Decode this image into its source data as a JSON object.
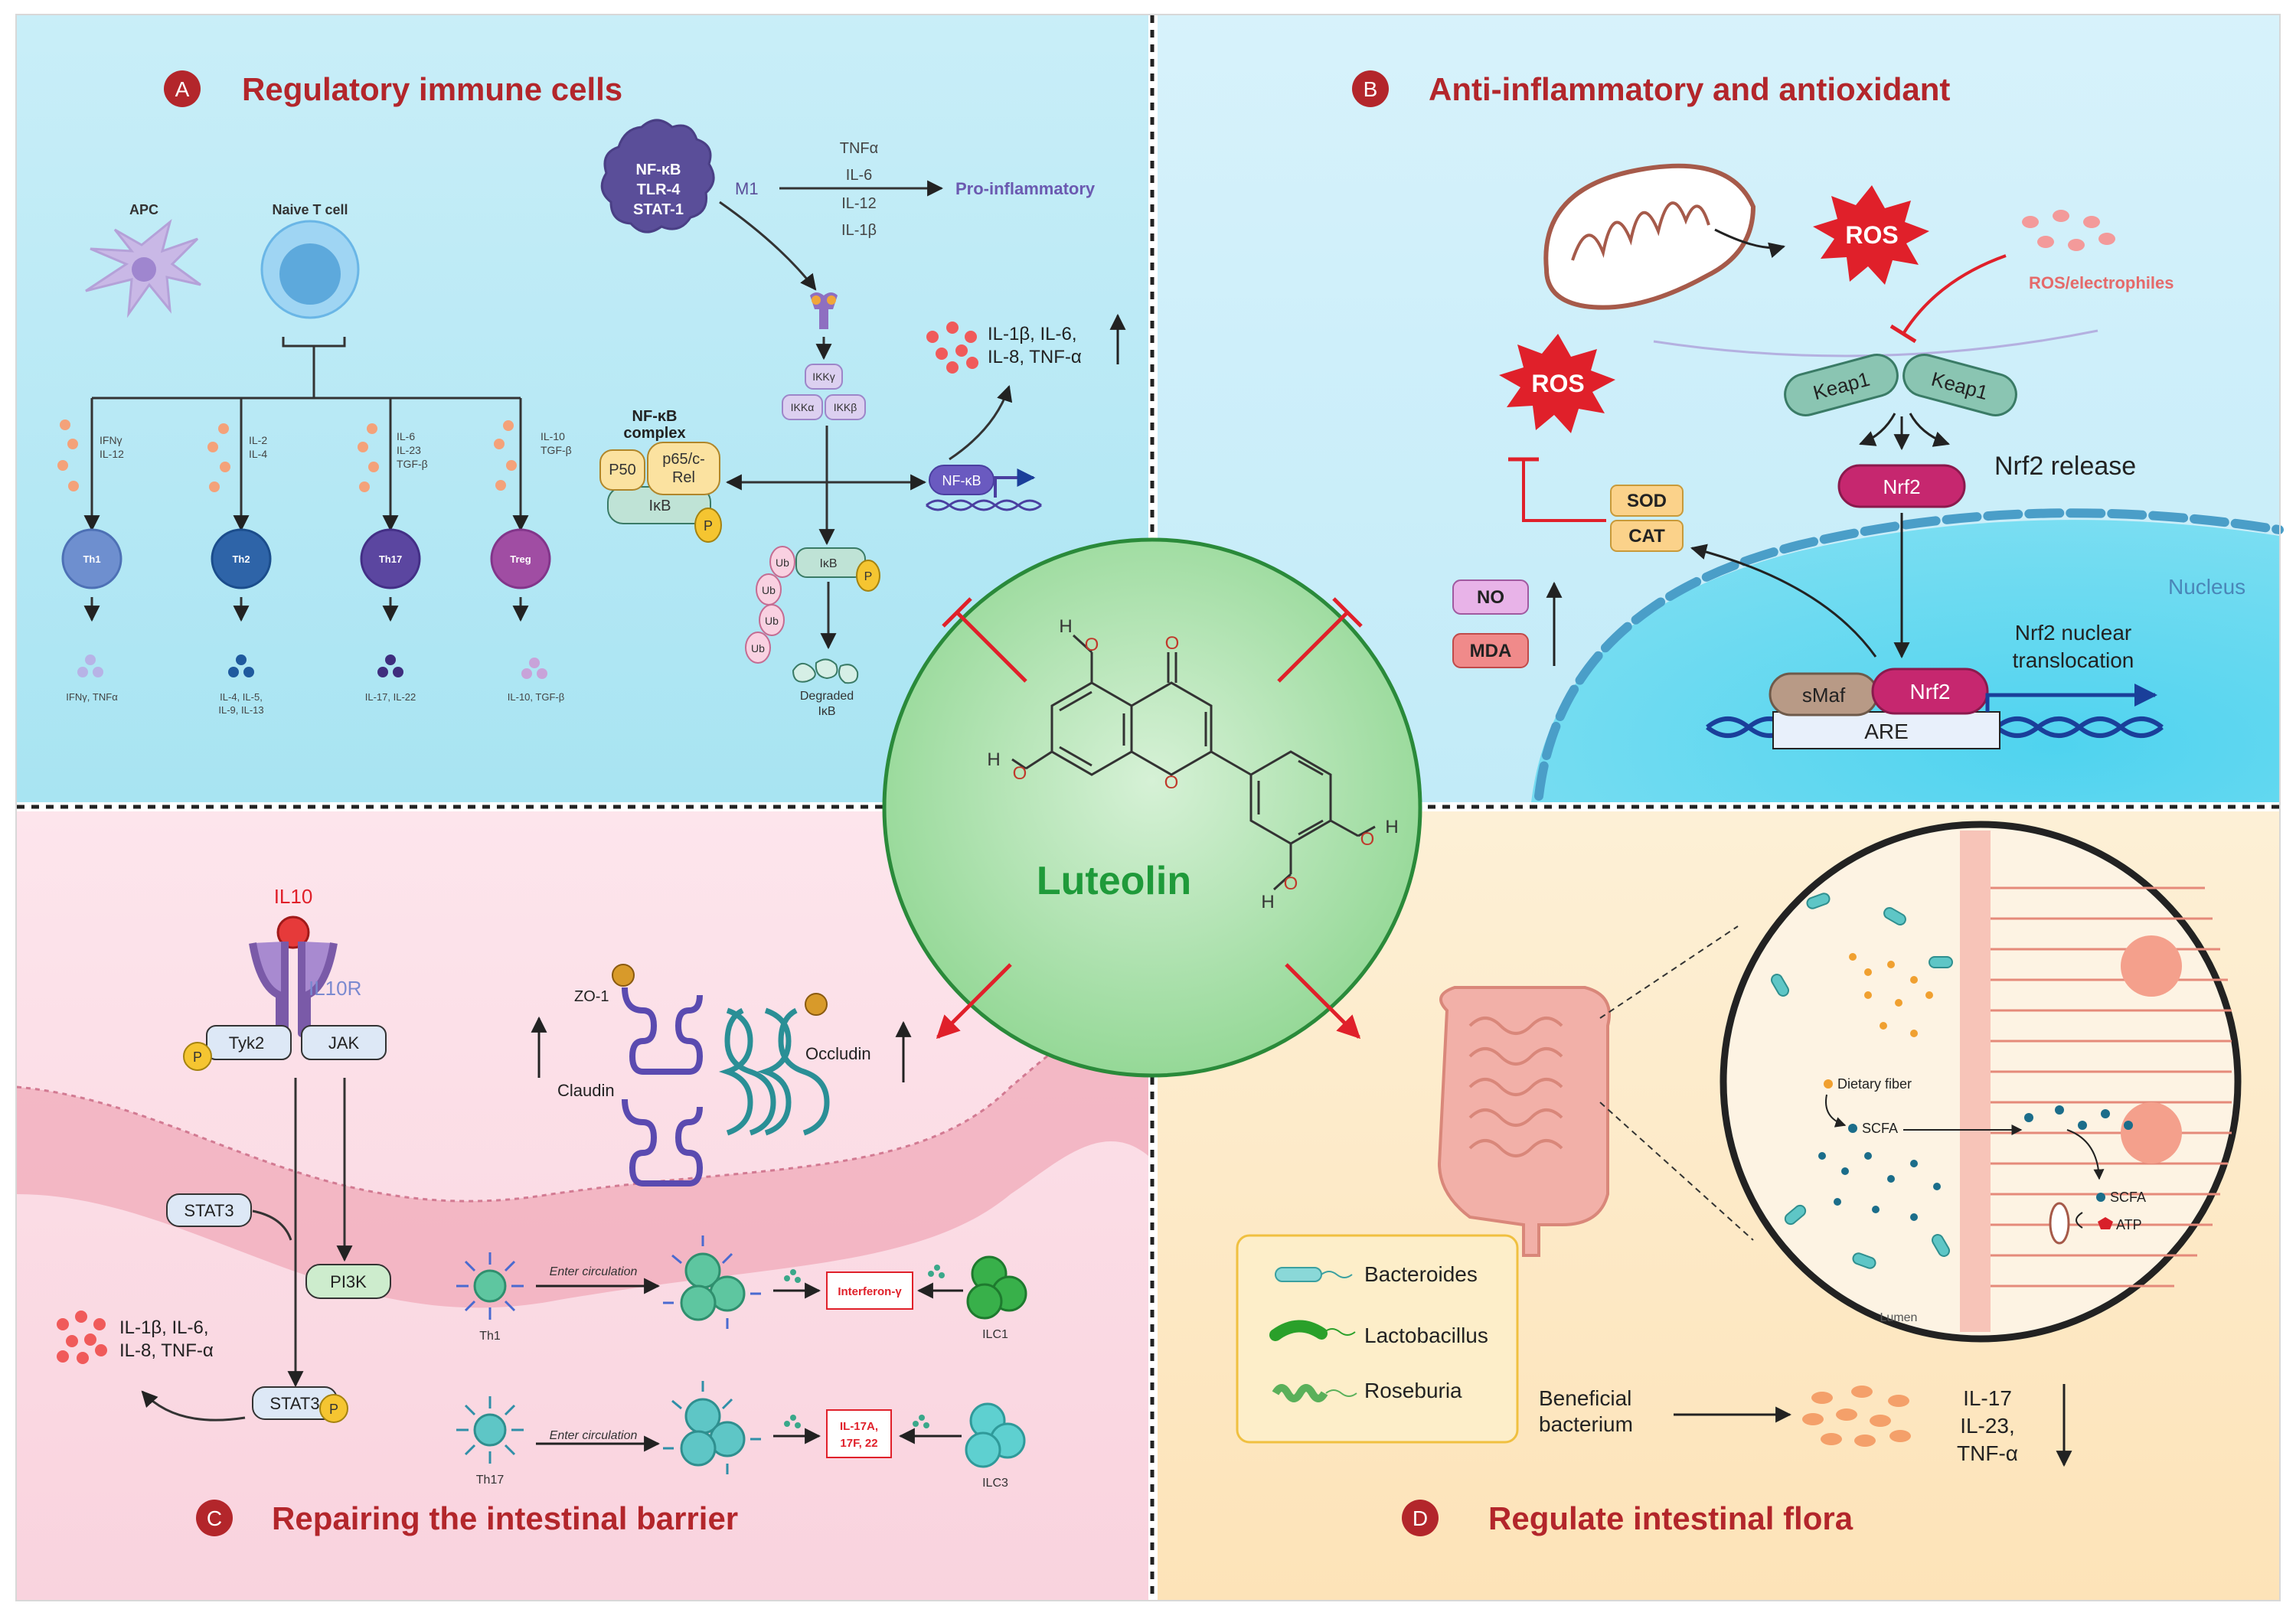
{
  "center": {
    "label": "Luteolin",
    "atoms": {
      "h_top": "H",
      "o_top": "O",
      "o_carbonyl": "O",
      "h_left": "H",
      "o_left": "O",
      "o_ring": "O",
      "o_right": "O",
      "h_right": "H",
      "o_bottom": "O",
      "h_bottom": "H"
    }
  },
  "panelA": {
    "badge": "A",
    "title": "Regulatory immune cells",
    "apc": "APC",
    "naive": "Naive T cell",
    "m1_lines": [
      "NF-κB",
      "TLR-4",
      "STAT-1"
    ],
    "m1_label": "M1",
    "cytokines": [
      "TNFα",
      "IL-6",
      "IL-12",
      "IL-1β"
    ],
    "pro_inflammatory": "Pro-inflammatory",
    "ikk": {
      "g": "IKKγ",
      "a": "IKKα",
      "b": "IKKβ"
    },
    "complex_title_1": "NF-κB",
    "complex_title_2": "complex",
    "p50": "P50",
    "p65_1": "p65/c-",
    "p65_2": "Rel",
    "ikb": "IκB",
    "p": "P",
    "ub": "Ub",
    "degraded_1": "Degraded",
    "degraded_2": "IκB",
    "nfkb": "NF-κB",
    "out_1": "IL-1β, IL-6,",
    "out_2": "IL-8, TNF-α",
    "branches": [
      {
        "inputs": [
          "IFNγ",
          "IL-12"
        ],
        "cell": "Th1",
        "outputs": [
          "IFNγ, TNFα"
        ],
        "color": "#5b80c4"
      },
      {
        "inputs": [
          "IL-2",
          "IL-4"
        ],
        "cell": "Th2",
        "outputs": [
          "IL-4, IL-5,",
          "IL-9, IL-13"
        ],
        "color": "#1f5a9e"
      },
      {
        "inputs": [
          "IL-6",
          "IL-23",
          "TGF-β"
        ],
        "cell": "Th17",
        "outputs": [
          "IL-17, IL-22"
        ],
        "color": "#4f3a8c"
      },
      {
        "inputs": [
          "IL-10",
          "TGF-β"
        ],
        "cell": "Treg",
        "outputs": [
          "IL-10, TGF-β"
        ],
        "color": "#8e3a8f"
      }
    ]
  },
  "panelB": {
    "badge": "B",
    "title": "Anti-inflammatory and antioxidant",
    "ros": "ROS",
    "electrophiles": "ROS/electrophiles",
    "keap1": "Keap1",
    "nrf2": "Nrf2",
    "release": "Nrf2 release",
    "sod": "SOD",
    "cat": "CAT",
    "no": "NO",
    "mda": "MDA",
    "nucleus": "Nucleus",
    "translocation_1": "Nrf2 nuclear",
    "translocation_2": "translocation",
    "smaf": "sMaf",
    "are": "ARE"
  },
  "panelC": {
    "badge": "C",
    "title": "Repairing the intestinal barrier",
    "il10": "IL10",
    "il10r": "IL10R",
    "tyk2": "Tyk2",
    "jak": "JAK",
    "p": "P",
    "stat3": "STAT3",
    "pi3k": "PI3K",
    "out_1": "IL-1β, IL-6,",
    "out_2": "IL-8, TNF-α",
    "zo1": "ZO-1",
    "claudin": "Claudin",
    "occludin": "Occludin",
    "th1": "Th1",
    "th17": "Th17",
    "enter": "Enter circulation",
    "interferon": "Interferon-γ",
    "il17_1": "IL-17A,",
    "il17_2": "17F, 22",
    "ilc1": "ILC1",
    "ilc3": "ILC3"
  },
  "panelD": {
    "badge": "D",
    "title": "Regulate intestinal flora",
    "legend": [
      "Bacteroides",
      "Lactobacillus",
      "Roseburia"
    ],
    "beneficial_1": "Beneficial",
    "beneficial_2": "bacterium",
    "outputs": [
      "IL-17",
      "IL-23,",
      "TNF-α"
    ],
    "dietary": "Dietary fiber",
    "scfa": "SCFA",
    "atp": "ATP",
    "lumen": "Lumen"
  },
  "colors": {
    "title_red": "#b3262b",
    "panel_a": "#bde9f4",
    "panel_b": "#cdeefa",
    "panel_c": "#fbdde6",
    "panel_d": "#fde9c6",
    "center": "#9fdca1",
    "luteolin": "#1f9a3a"
  }
}
